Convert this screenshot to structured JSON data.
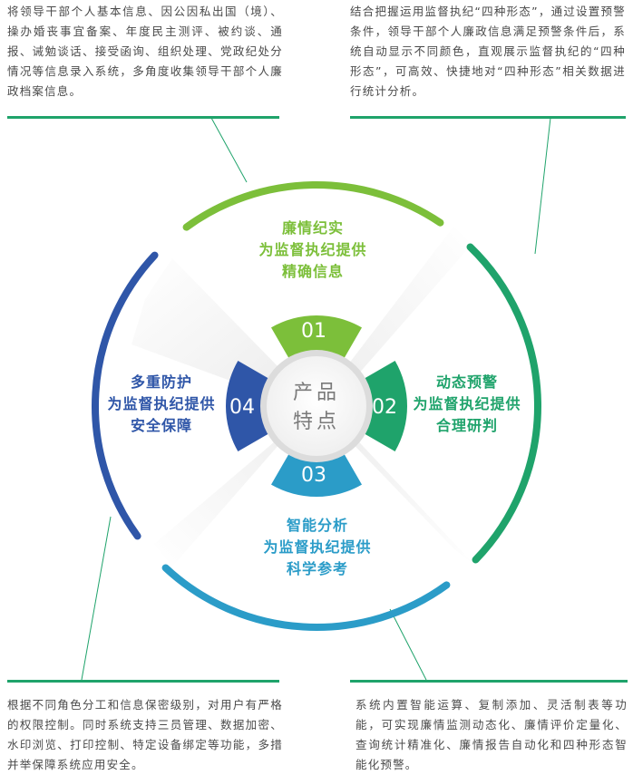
{
  "descriptions": {
    "top_left": "将领导干部个人基本信息、因公因私出国（境）、操办婚丧事宜备案、年度民主测评、被约谈、通报、诫勉谈话、接受函询、组织处理、党政纪处分情况等信息录入系统，多角度收集领导干部个人廉政档案信息。",
    "top_right": "结合把握运用监督执纪“四种形态”，通过设置预警条件，领导干部个人廉政信息满足预警条件后，系统自动显示不同颜色，直观展示监督执纪的“四种形态”，可高效、快捷地对“四种形态”相关数据进行统计分析。",
    "bottom_left": "根据不同角色分工和信息保密级别，对用户有严格的权限控制。同时系统支持三员管理、数据加密、水印浏览、打印控制、特定设备绑定等功能，多措并举保障系统应用安全。",
    "bottom_right": "系统内置智能运算、复制添加、灵活制表等功能，可实现廉情监测动态化、廉情评价定量化、查询统计精准化、廉情报告自动化和四种形态智能化预警。"
  },
  "center": {
    "line1": "产品",
    "line2": "特点"
  },
  "features": [
    {
      "num": "01",
      "l1": "廉情纪实",
      "l2": "为监督执纪提供",
      "l3": "精确信息"
    },
    {
      "num": "02",
      "l1": "动态预警",
      "l2": "为监督执纪提供",
      "l3": "合理研判"
    },
    {
      "num": "03",
      "l1": "智能分析",
      "l2": "为监督执纪提供",
      "l3": "科学参考"
    },
    {
      "num": "04",
      "l1": "多重防护",
      "l2": "为监督执纪提供",
      "l3": "安全保障"
    }
  ],
  "colors": {
    "green_light": "#7cbf3a",
    "green_dark": "#1fa36b",
    "teal": "#2b9cc8",
    "blue": "#2f56a8",
    "rule": "#1fa36b",
    "text": "#4a4a4a"
  }
}
